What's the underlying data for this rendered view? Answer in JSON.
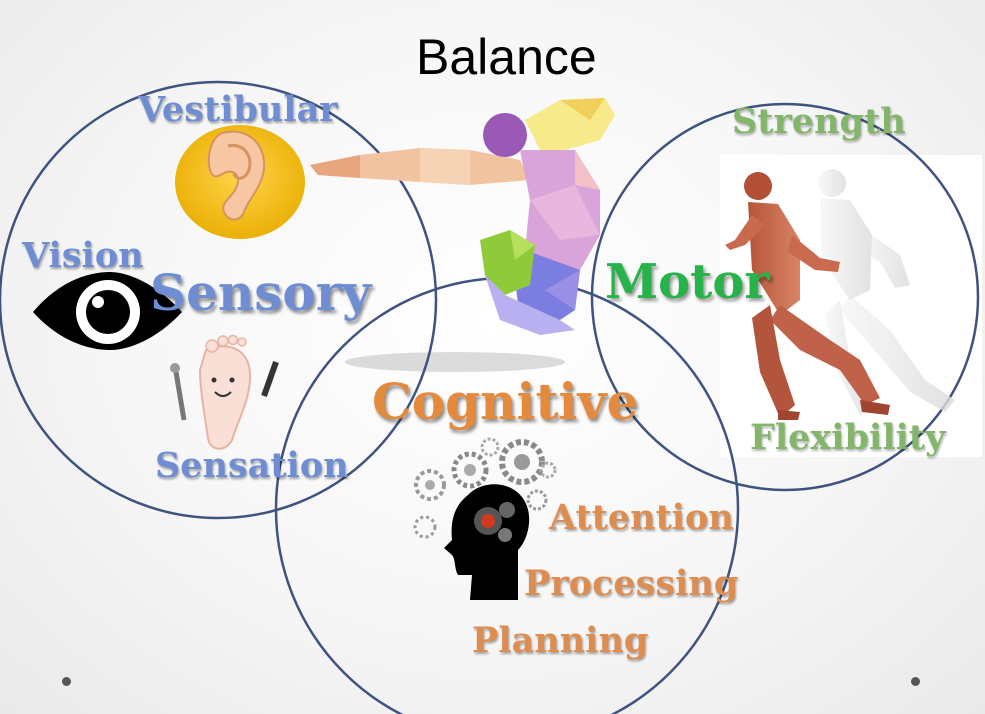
{
  "title": "Balance",
  "sensory": {
    "heading": "Sensory",
    "items": [
      "Vestibular",
      "Vision",
      "Sensation"
    ]
  },
  "motor": {
    "heading": "Motor",
    "items": [
      "Strength",
      "Flexibility"
    ]
  },
  "cognitive": {
    "heading": "Cognitive",
    "items": [
      "Attention",
      "Processing",
      "Planning"
    ]
  },
  "colors": {
    "circle_stroke": "#3f5381",
    "sensory": "#6f8dd3",
    "motor": "#27b24a",
    "motor_items": "#83b66b",
    "cognitive": "#e38a3d",
    "cognitive_items": "#dd8d4f"
  },
  "icons": [
    "ear-icon",
    "eye-icon",
    "foot-icon",
    "gymnast-figure",
    "runner-figure",
    "head-gears-icon"
  ]
}
